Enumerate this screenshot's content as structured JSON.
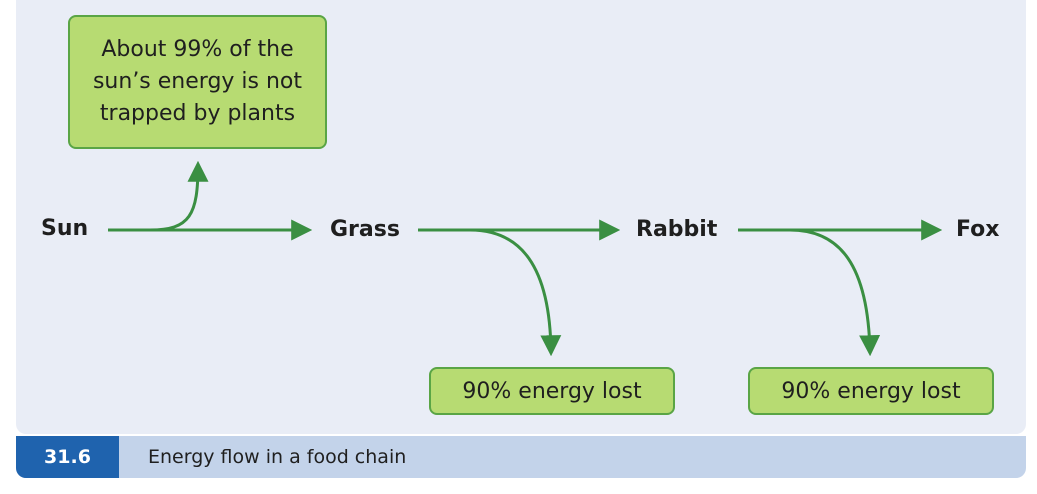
{
  "diagram": {
    "nodes": {
      "sun": "Sun",
      "grass": "Grass",
      "rabbit": "Rabbit",
      "fox": "Fox"
    },
    "notes": {
      "not_trapped_line1": "About 99% of the",
      "not_trapped_line2": "sun’s energy is not",
      "not_trapped_line3": "trapped by plants",
      "loss_grass_rabbit": "90% energy lost",
      "loss_rabbit_fox": "90% energy lost"
    },
    "colors": {
      "arrow": "#3a8f42",
      "box_fill": "#b7db72",
      "box_border": "#5aa545",
      "panel": "#e9edf6"
    }
  },
  "caption": {
    "number": "31.6",
    "title": "Energy flow in a food chain"
  }
}
